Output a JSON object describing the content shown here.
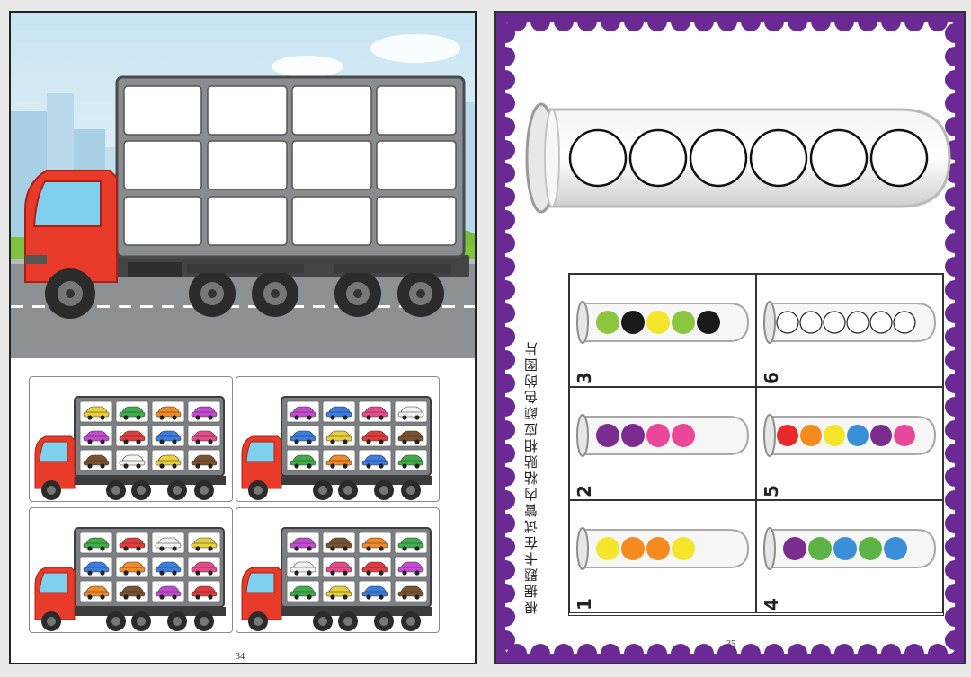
{
  "left_page": {
    "page_number": "34",
    "cards": [
      {
        "rows": [
          [
            "#e8d03a",
            "#3fae49",
            "#f08a24",
            "#c44bd0"
          ],
          [
            "#c44bd0",
            "#e23b3b",
            "#3b7de0",
            "#e84b8a"
          ],
          [
            "#7a5230",
            "#f2f2f2",
            "#e8d03a",
            "#7a5230"
          ]
        ]
      },
      {
        "rows": [
          [
            "#c44bd0",
            "#3b7de0",
            "#e84b8a",
            "#f2f2f2"
          ],
          [
            "#3b7de0",
            "#e8d03a",
            "#e23b3b",
            "#7a5230"
          ],
          [
            "#3fae49",
            "#f08a24",
            "#3b7de0",
            "#3fae49"
          ]
        ]
      },
      {
        "rows": [
          [
            "#3fae49",
            "#e23b3b",
            "#f2f2f2",
            "#e8d03a"
          ],
          [
            "#3b7de0",
            "#f08a24",
            "#3b7de0",
            "#e84b8a"
          ],
          [
            "#f08a24",
            "#7a5230",
            "#c44bd0",
            "#e23b3b"
          ]
        ]
      },
      {
        "rows": [
          [
            "#c44bd0",
            "#7a5230",
            "#f08a24",
            "#3fae49"
          ],
          [
            "#f2f2f2",
            "#e84b8a",
            "#e23b3b",
            "#c44bd0"
          ],
          [
            "#3fae49",
            "#e8d03a",
            "#3b7de0",
            "#7a5230"
          ]
        ]
      }
    ]
  },
  "right_page": {
    "page_number": "35",
    "instruction": "根据题卡在试管内粘贴相应颜色的图片",
    "cells": [
      {
        "label": "3",
        "colors": [
          "#8cc63f",
          "#1a1a1a",
          "#f5e52a",
          "#8cc63f",
          "#1a1a1a"
        ]
      },
      {
        "label": "6",
        "colors": [
          "#ffffff",
          "#ffffff",
          "#ffffff",
          "#ffffff",
          "#ffffff",
          "#ffffff"
        ]
      },
      {
        "label": "2",
        "colors": [
          "#7b2c8f",
          "#7b2c8f",
          "#e8479a",
          "#e8479a"
        ]
      },
      {
        "label": "5",
        "colors": [
          "#e8282b",
          "#f58a1f",
          "#f5e52a",
          "#3b8fd9",
          "#7b2c8f",
          "#e8479a"
        ]
      },
      {
        "label": "1",
        "colors": [
          "#f5e52a",
          "#f58a1f",
          "#f58a1f",
          "#f5e52a"
        ]
      },
      {
        "label": "4",
        "colors": [
          "#7b2c8f",
          "#5db346",
          "#3b8fd9",
          "#5db346",
          "#3b8fd9"
        ]
      }
    ]
  }
}
